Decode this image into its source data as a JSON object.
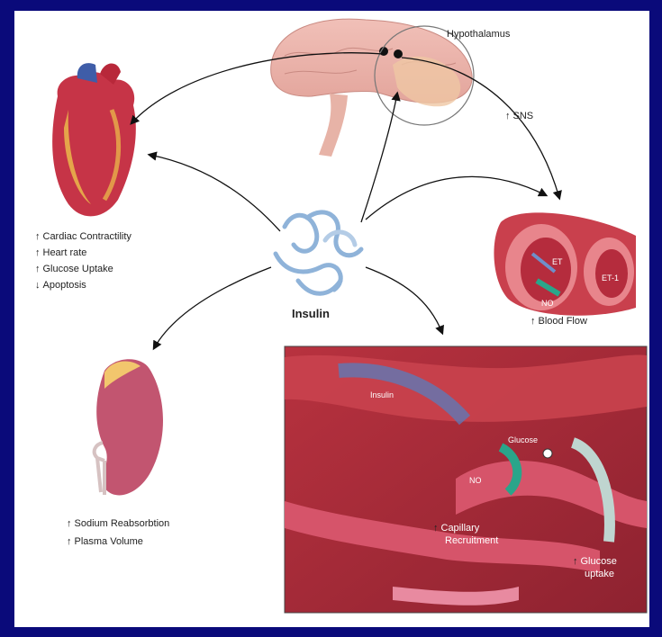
{
  "labels": {
    "hypothalamus": "Hypothalamus",
    "sns": "SNS",
    "insulin": "Insulin",
    "heart_effects": [
      "Cardiac Contractility",
      "Heart rate",
      "Glucose Uptake",
      "Apoptosis"
    ],
    "heart_effect_directions": [
      "up",
      "up",
      "up",
      "down"
    ],
    "vessel_labels": [
      "ET",
      "NO",
      "ET-1"
    ],
    "blood_flow": "Blood Flow",
    "kidney_effects": [
      "Sodium Reabsorbtion",
      "Plasma Volume"
    ],
    "muscle_labels": {
      "insulin_flow": "Insulin",
      "glucose": "Glucose",
      "no": "NO",
      "capillary_line1": "Capillary",
      "capillary_line2": "Recruitment",
      "uptake_line1": "Glucose",
      "uptake_line2": "uptake"
    }
  },
  "colors": {
    "background": "#0a0a7a",
    "panel": "#ffffff",
    "tissue_red": "#c43a4a",
    "tissue_pink": "#e98a8f",
    "protein_blue": "#8fb3d9",
    "no_teal": "#2aa58a"
  }
}
